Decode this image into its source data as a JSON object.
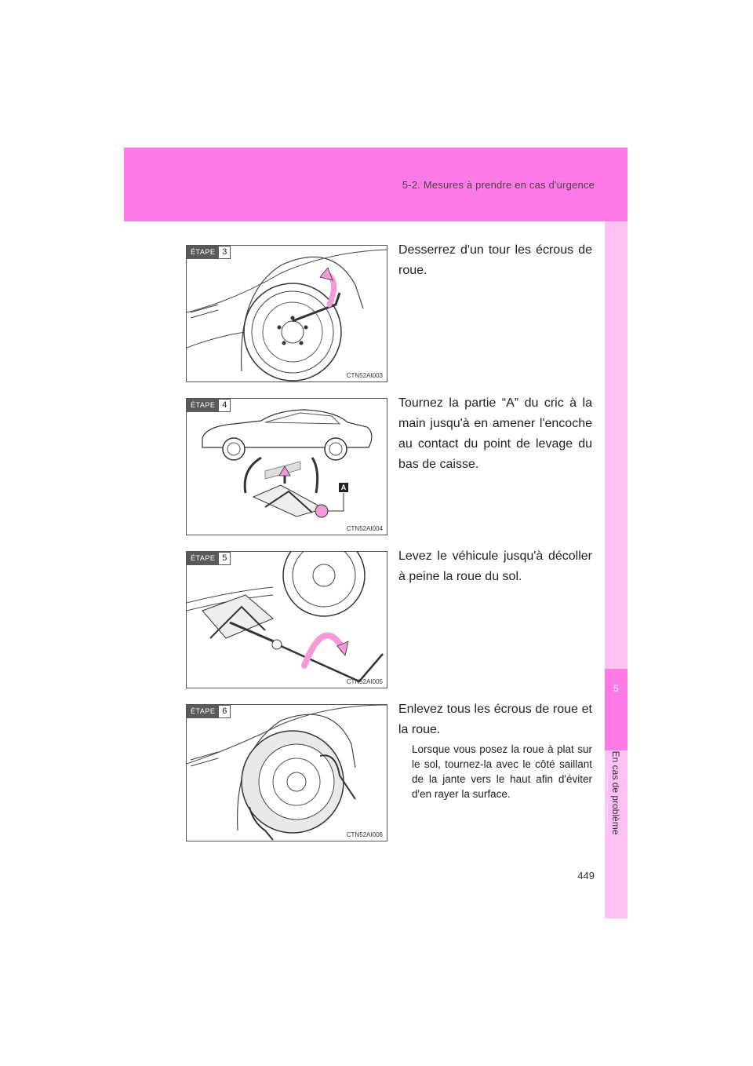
{
  "header": {
    "section_title": "5-2. Mesures à prendre en cas d'urgence"
  },
  "sidebar": {
    "chapter_number": "5",
    "chapter_name": "En cas de problème"
  },
  "page_number": "449",
  "colors": {
    "accent_pink": "#ff7ae6",
    "light_pink": "#ffc1f2",
    "badge_gray": "#5a5a5a"
  },
  "steps": [
    {
      "label": "ÉTAPE",
      "number": "3",
      "image_code": "CTN52AI003",
      "text": "Desserrez d'un tour les écrous de roue."
    },
    {
      "label": "ÉTAPE",
      "number": "4",
      "image_code": "CTN52AI004",
      "callout": "A",
      "text": "Tournez la partie “A” du cric à la main jusqu'à en amener l'encoche au contact du point de levage du bas de caisse."
    },
    {
      "label": "ÉTAPE",
      "number": "5",
      "image_code": "CTN52AI005",
      "text": "Levez le véhicule jusqu'à décoller à peine la roue du sol."
    },
    {
      "label": "ÉTAPE",
      "number": "6",
      "image_code": "CTN52AI006",
      "text": "Enlevez tous les écrous de roue et la roue.",
      "note": "Lorsque vous posez la roue à plat sur le sol, tournez-la avec le côté saillant de la jante vers le haut afin d'éviter d'en rayer la surface."
    }
  ]
}
